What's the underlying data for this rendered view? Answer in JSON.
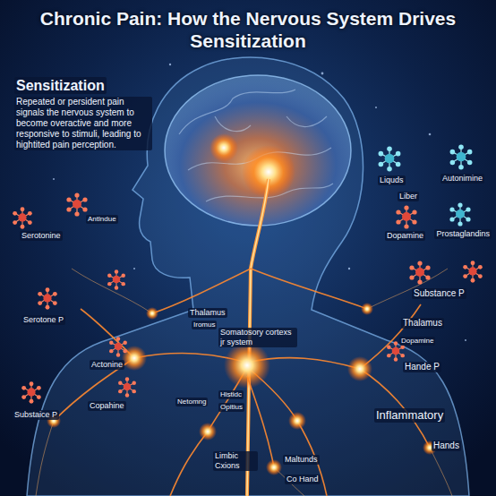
{
  "diagram": {
    "title": "Chronic Pain: How the Nervous System Drives Sensitization",
    "labels": [
      "Sensitization",
      "Repeated or persident pain signals the nervous system to become overactive and more responsive to stimuli, leading to hightited pain perception.",
      "Liquds",
      "Autonimine",
      "Liber",
      "Dopamine",
      "Prostaglandins",
      "Substance P",
      "Thalamus",
      "Dopamine",
      "Hande P",
      "Inflammatory",
      "Hands",
      "Antlndue",
      "Serotonine",
      "Thalamus",
      "Iromus",
      "Somatosory cortexs jr system",
      "Serotone P",
      "Actonine",
      "Copahine",
      "Substaice P",
      "Netomng",
      "Histidc",
      "Opitius",
      "Limbic Cxions",
      "Maltunds",
      "Co Hand"
    ]
  }
}
